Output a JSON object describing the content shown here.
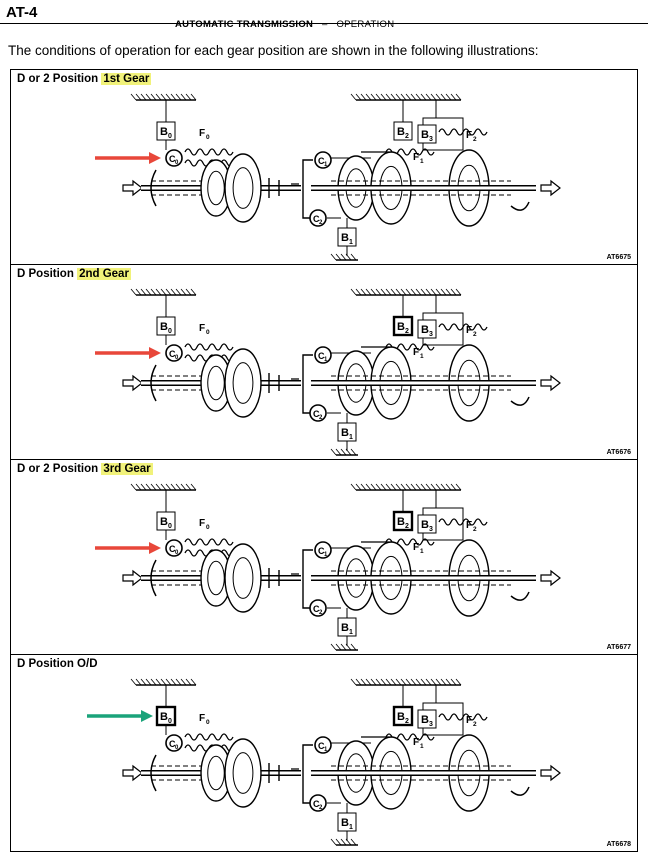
{
  "header": {
    "page_number": "AT-4",
    "section": "AUTOMATIC TRANSMISSION",
    "separator": "–",
    "subsection": "OPERATION"
  },
  "intro_text": "The conditions of operation for each gear position are shown in the following illustrations:",
  "panels": [
    {
      "title_prefix": "D or 2 Position",
      "title_gear": "1st Gear",
      "figure_code": "AT6675",
      "arrow_target": "C0",
      "arrow_color": "#e8473a",
      "labels": {
        "b0": "B",
        "b1": "B",
        "b2": "B",
        "b3": "B",
        "c0": "C",
        "c1": "C",
        "c2": "C",
        "f0": "F",
        "f1": "F",
        "f2": "F",
        "s0": "0",
        "s1": "1",
        "s2": "2",
        "s3": "3"
      }
    },
    {
      "title_prefix": "D Position",
      "title_gear": "2nd Gear",
      "figure_code": "AT6676",
      "arrow_target": "C0",
      "arrow_color": "#e8473a",
      "labels": {
        "b0": "B",
        "b1": "B",
        "b2": "B",
        "b3": "B",
        "c0": "C",
        "c1": "C",
        "c2": "C",
        "f0": "F",
        "f1": "F",
        "f2": "F",
        "s0": "0",
        "s1": "1",
        "s2": "2",
        "s3": "3"
      }
    },
    {
      "title_prefix": "D or 2 Position",
      "title_gear": "3rd Gear",
      "figure_code": "AT6677",
      "arrow_target": "C0",
      "arrow_color": "#e8473a",
      "labels": {
        "b0": "B",
        "b1": "B",
        "b2": "B",
        "b3": "B",
        "c0": "C",
        "c1": "C",
        "c2": "C",
        "f0": "F",
        "f1": "F",
        "f2": "F",
        "s0": "0",
        "s1": "1",
        "s2": "2",
        "s3": "3"
      }
    },
    {
      "title_prefix": "D Position O/D",
      "title_gear": "",
      "figure_code": "AT6678",
      "arrow_target": "B0",
      "arrow_color": "#1aa37a",
      "labels": {
        "b0": "B",
        "b1": "B",
        "b2": "B",
        "b3": "B",
        "c0": "C",
        "c1": "C",
        "c2": "C",
        "f0": "F",
        "f1": "F",
        "f2": "F",
        "s0": "0",
        "s1": "1",
        "s2": "2",
        "s3": "3"
      }
    }
  ]
}
